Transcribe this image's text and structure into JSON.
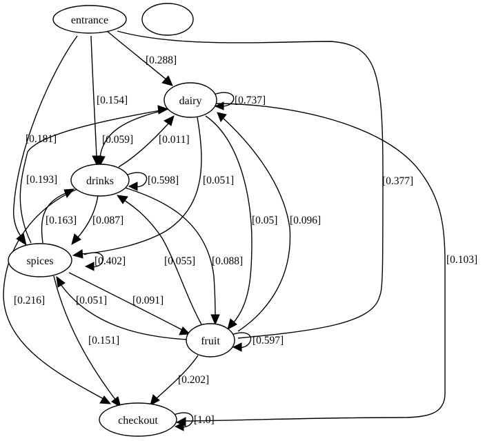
{
  "nodes": {
    "entrance": "entrance",
    "blank": "",
    "dairy": "dairy",
    "drinks": "drinks",
    "spices": "spices",
    "fruit": "fruit",
    "checkout": "checkout"
  },
  "edges": {
    "entrance_dairy": "[0.288]",
    "entrance_drinks": "[0.154]",
    "entrance_spices": "[0.181]",
    "entrance_fruit": "[0.377]",
    "dairy_dairy": "[0.737]",
    "dairy_drinks": "[0.059]",
    "drinks_dairy": "[0.011]",
    "spices_dairy": "[0.193]",
    "dairy_spices": "[0.051]",
    "dairy_fruit": "[0.05]",
    "fruit_dairy": "[0.096]",
    "dairy_checkout": "[0.103]",
    "drinks_drinks": "[0.598]",
    "spices_drinks": "[0.163]",
    "drinks_spices": "[0.087]",
    "fruit_drinks": "[0.055]",
    "drinks_fruit": "[0.088]",
    "drinks_checkout": "[0.216]",
    "spices_spices": "[0.402]",
    "fruit_spices": "[0.051]",
    "spices_fruit": "[0.091]",
    "spices_checkout": "[0.151]",
    "fruit_fruit": "[0.597]",
    "fruit_checkout": "[0.202]",
    "checkout_checkout": "[1.0]"
  }
}
